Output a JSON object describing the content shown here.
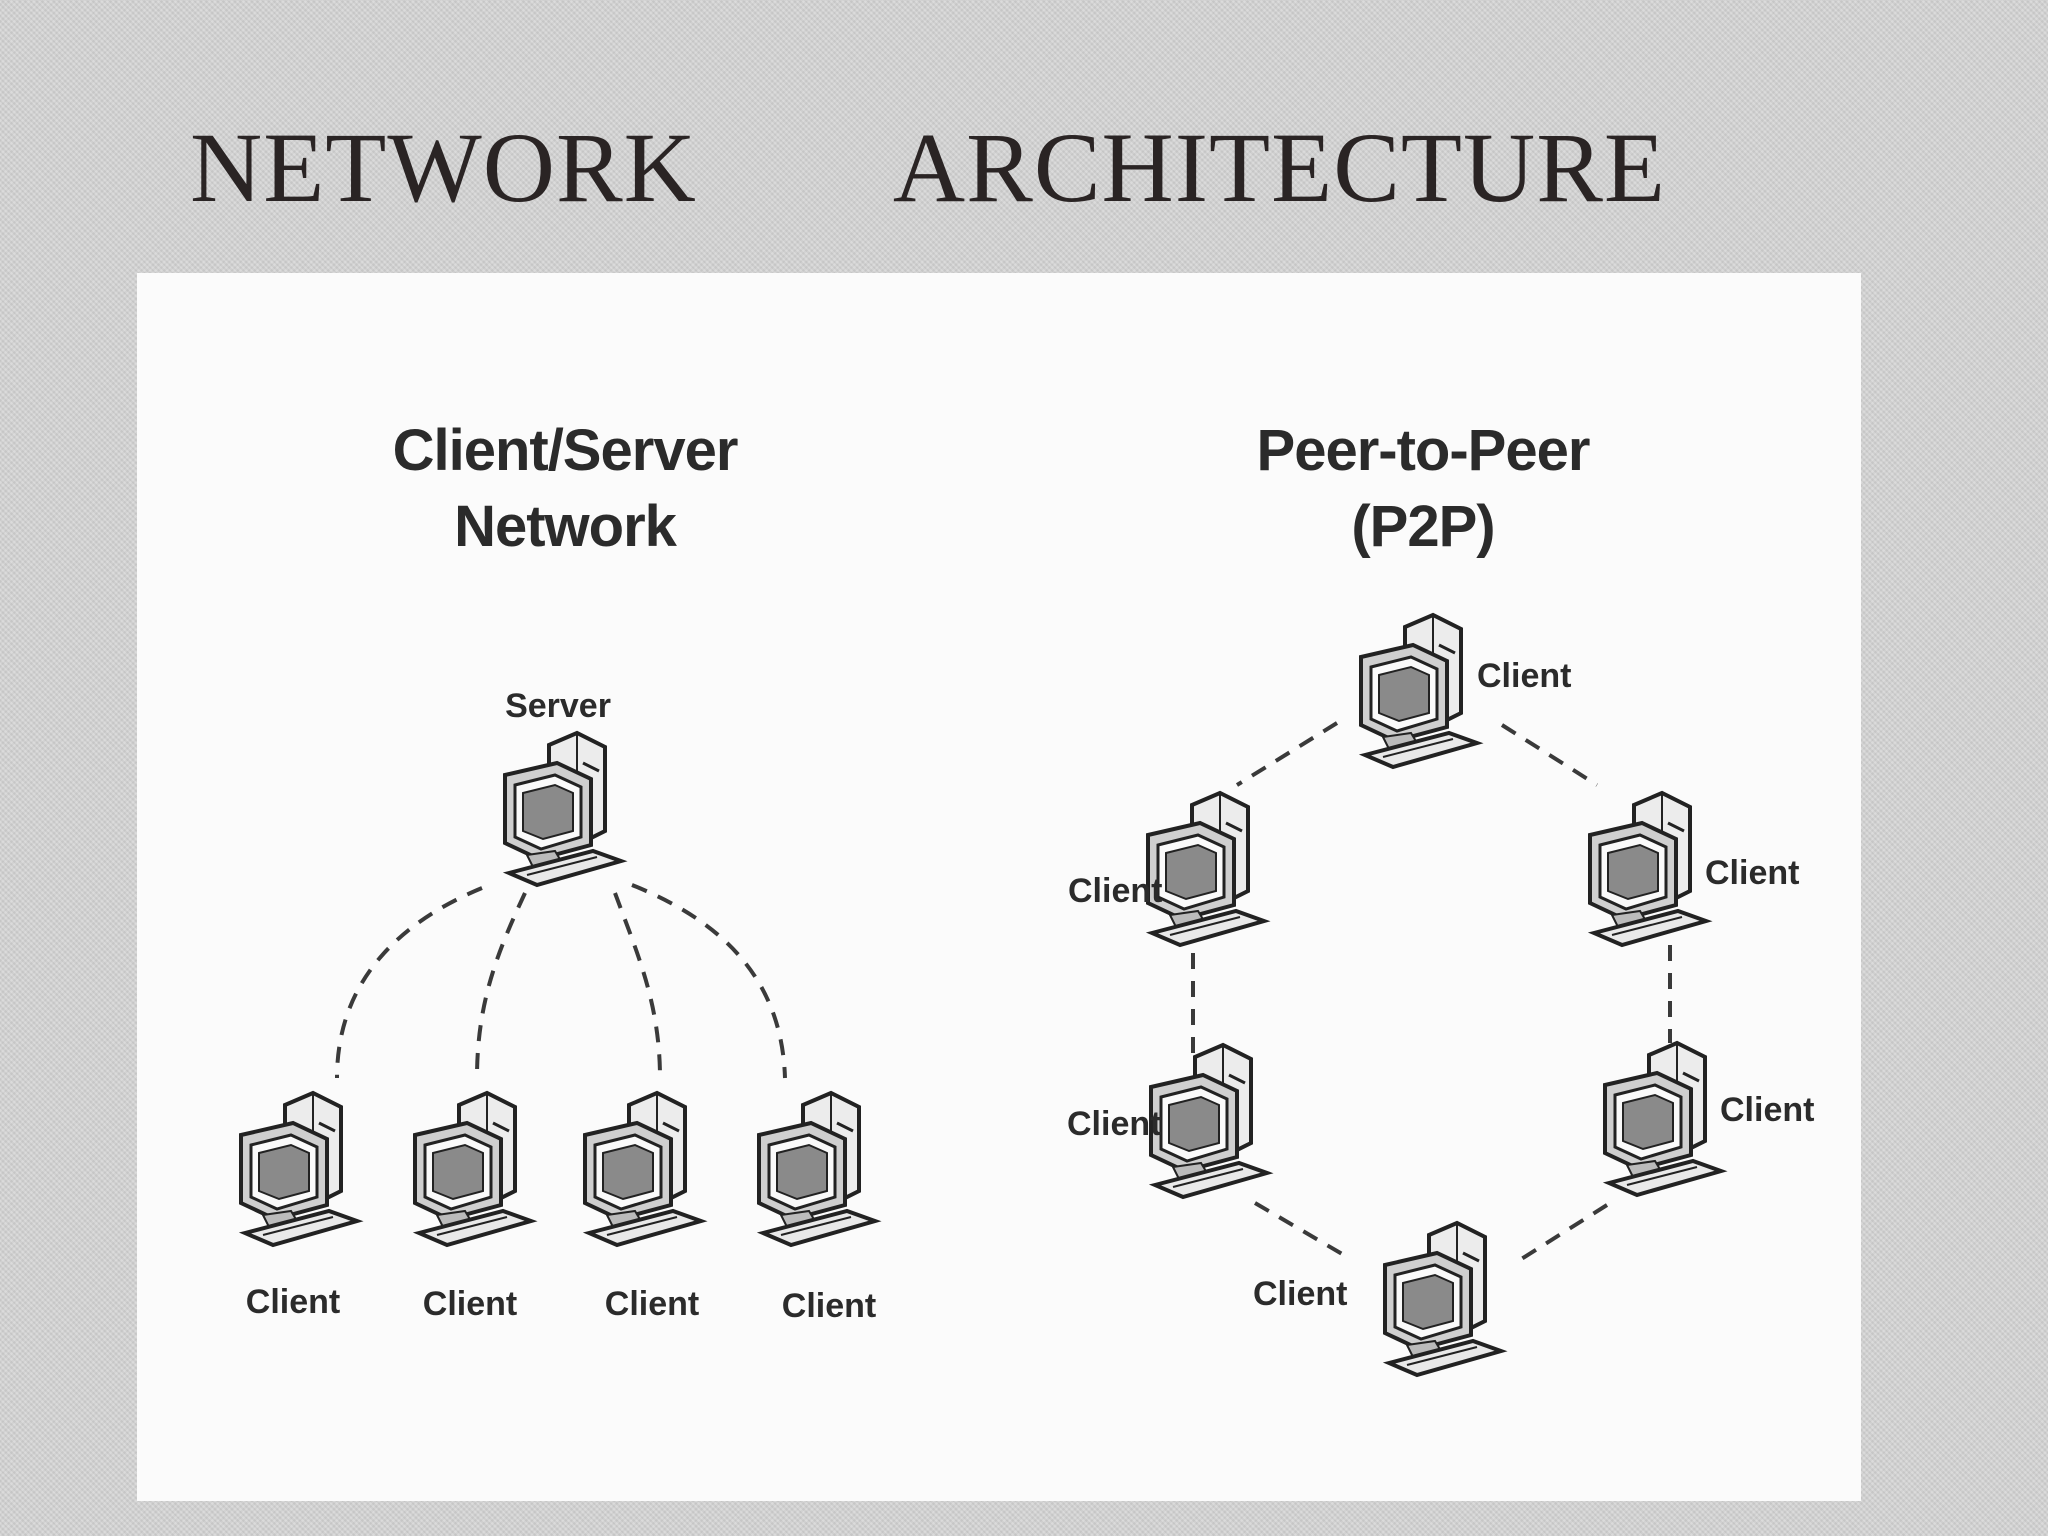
{
  "title": {
    "word1": "NETWORK",
    "word2": "ARCHITECTURE"
  },
  "left_diagram": {
    "heading_line1": "Client/Server",
    "heading_line2": "Network",
    "server_label": "Server",
    "client_labels": [
      "Client",
      "Client",
      "Client",
      "Client"
    ],
    "link_style": "dashed"
  },
  "right_diagram": {
    "heading_line1": "Peer-to-Peer",
    "heading_line2": "(P2P)",
    "client_labels": [
      "Client",
      "Client",
      "Client",
      "Client",
      "Client",
      "Client"
    ],
    "link_style": "dashed"
  },
  "icon": "desktop-computer-icon",
  "colors": {
    "background": "#d4d4d4",
    "panel": "#fbfbfb",
    "ink": "#2b2b2b"
  }
}
